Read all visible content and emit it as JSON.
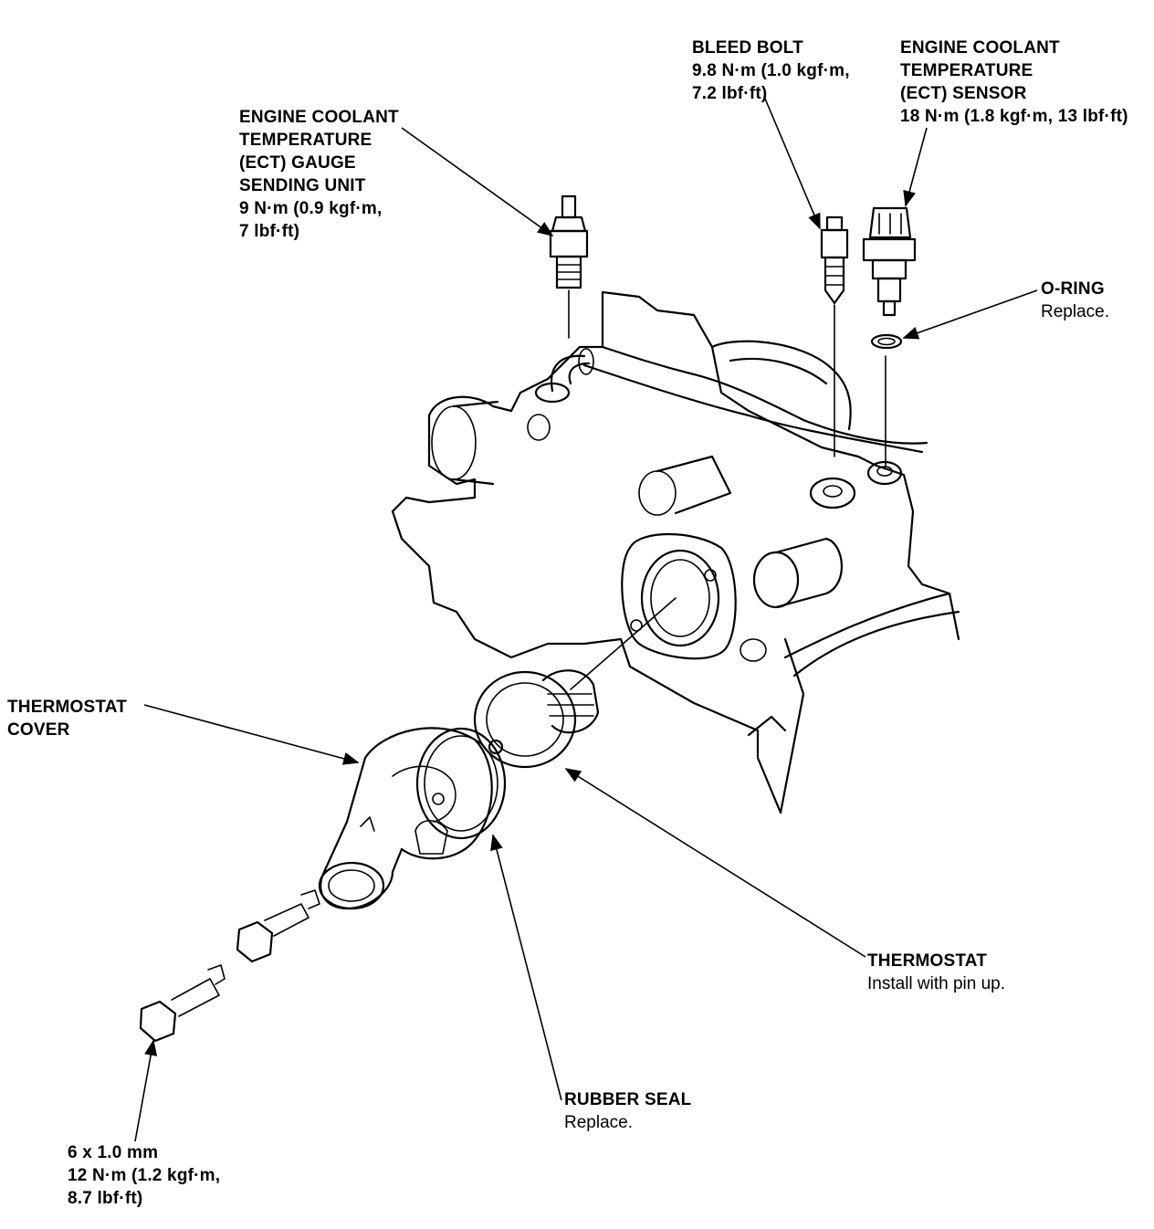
{
  "labels": {
    "ect_gauge": {
      "lines": [
        "ENGINE COOLANT",
        "TEMPERATURE",
        "(ECT) GAUGE",
        "SENDING UNIT"
      ],
      "notes": [
        "9 N·m (0.9 kgf·m,",
        "7 lbf·ft)"
      ]
    },
    "bleed_bolt": {
      "lines": [
        "BLEED BOLT"
      ],
      "notes": [
        "9.8 N·m (1.0 kgf·m,",
        "7.2 lbf·ft)"
      ]
    },
    "ect_sensor": {
      "lines": [
        "ENGINE COOLANT",
        "TEMPERATURE",
        "(ECT) SENSOR"
      ],
      "notes": [
        "18 N·m (1.8 kgf·m, 13 lbf·ft)"
      ]
    },
    "o_ring": {
      "lines": [
        "O-RING"
      ],
      "notes": [
        "Replace."
      ]
    },
    "thermostat_cover": {
      "lines": [
        "THERMOSTAT",
        "COVER"
      ],
      "notes": []
    },
    "thermostat": {
      "lines": [
        "THERMOSTAT"
      ],
      "notes": [
        "Install with pin up."
      ]
    },
    "rubber_seal": {
      "lines": [
        "RUBBER SEAL"
      ],
      "notes": [
        "Replace."
      ]
    },
    "bolt": {
      "lines": [],
      "notes": [
        "6 x 1.0 mm",
        "12 N·m (1.2 kgf·m,",
        "8.7 lbf·ft)"
      ]
    }
  }
}
